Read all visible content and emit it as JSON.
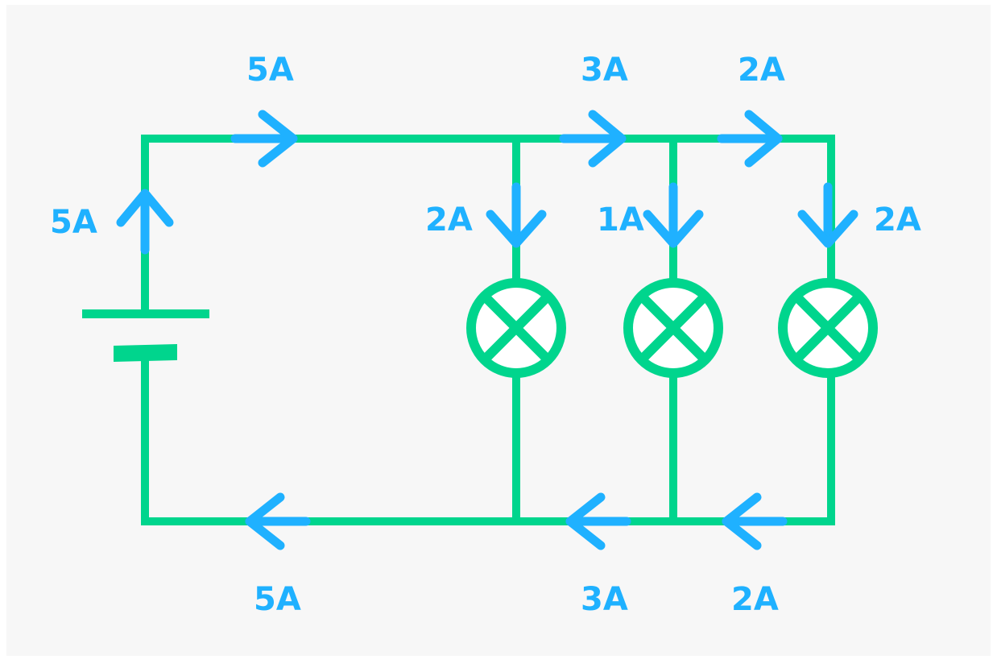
{
  "colors": {
    "background": "#f7f7f7",
    "wire": "#00d58d",
    "current": "#1fb1ff"
  },
  "diagram": {
    "battery": {
      "terminals": [
        "positive",
        "negative"
      ]
    },
    "lamps": [
      {
        "id": "lamp-1",
        "current_label": "2A"
      },
      {
        "id": "lamp-2",
        "current_label": "1A"
      },
      {
        "id": "lamp-3",
        "current_label": "2A"
      }
    ],
    "labels": {
      "battery_current": "5A",
      "top_main": "5A",
      "top_middle": "3A",
      "top_right": "2A",
      "bottom_main": "5A",
      "bottom_middle": "3A",
      "bottom_right": "2A"
    }
  }
}
